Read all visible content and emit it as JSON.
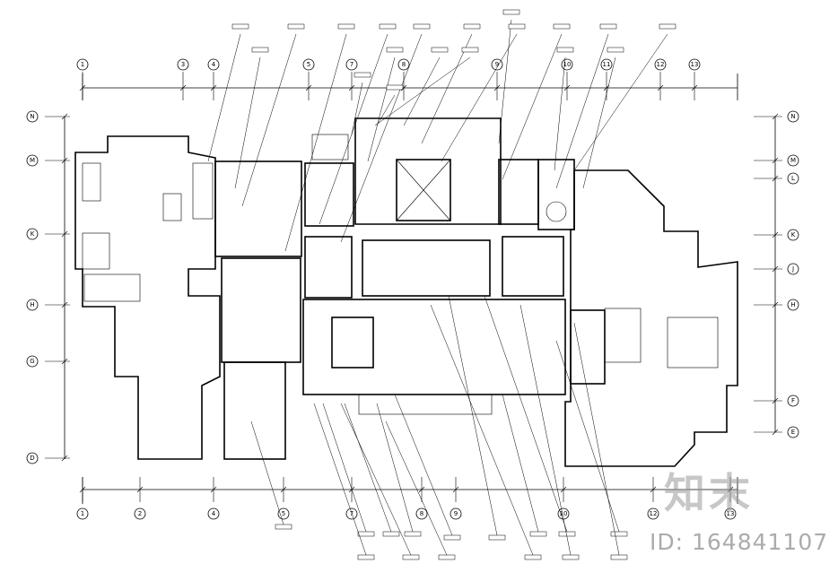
{
  "drawing": {
    "top_axes": [
      "1",
      "3",
      "4",
      "5",
      "7",
      "8",
      "9",
      "10",
      "11",
      "12",
      "13"
    ],
    "bottom_axes": [
      "1",
      "2",
      "4",
      "5",
      "7",
      "8",
      "9",
      "10",
      "12",
      "13"
    ],
    "left_axes": [
      "N",
      "M",
      "K",
      "H",
      "G",
      "D"
    ],
    "right_axes": [
      "N",
      "M",
      "L",
      "K",
      "J",
      "H",
      "F",
      "E"
    ],
    "colors": {
      "line": "#000000",
      "hatch": "#000000",
      "background": "#ffffff",
      "watermark": "#9a9a9a"
    }
  },
  "watermark": {
    "logo_text": "知末",
    "id_text": "ID: 164841107"
  }
}
